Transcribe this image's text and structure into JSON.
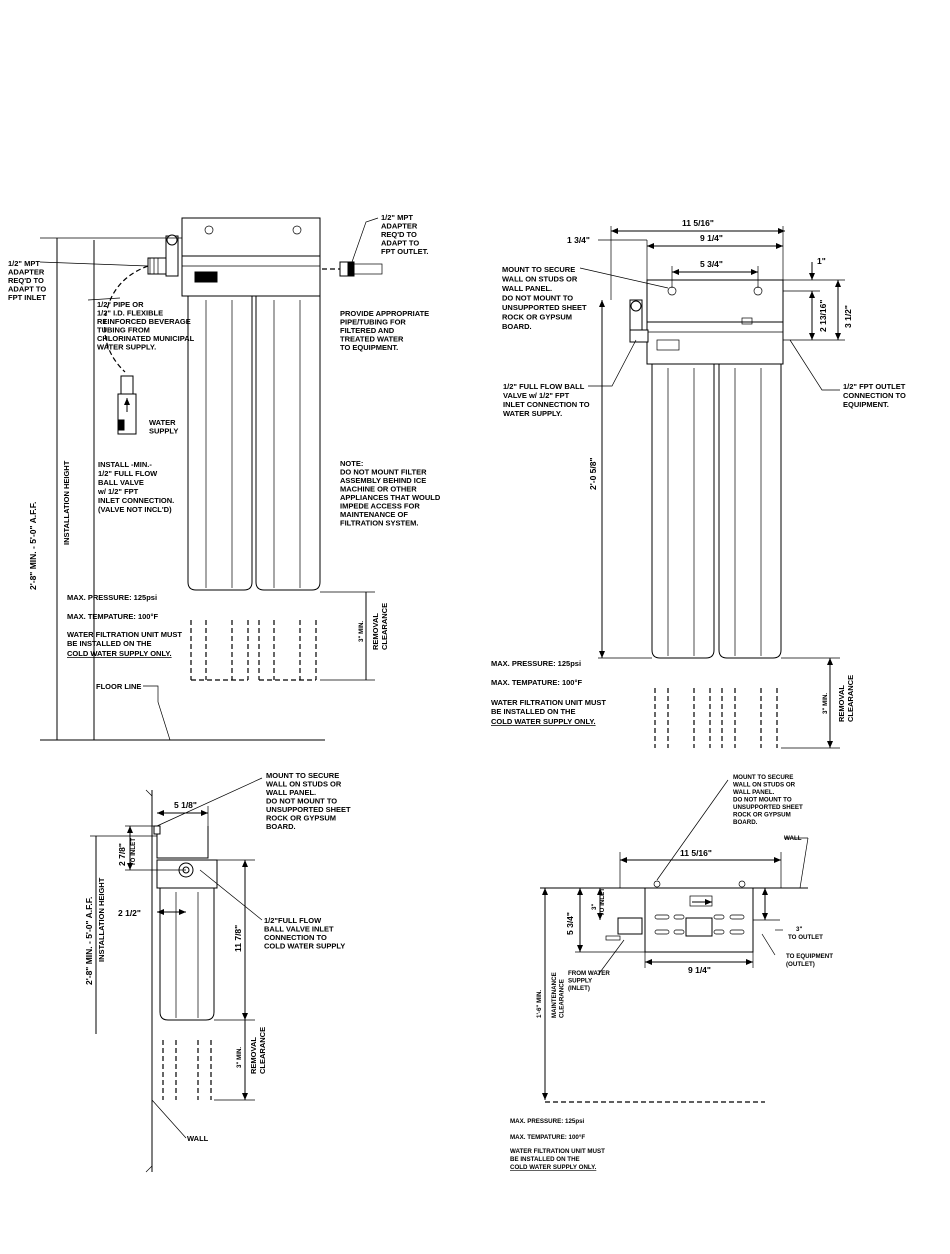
{
  "front": {
    "inlet_adapter": [
      "1/2\" MPT",
      "ADAPTER",
      "REQ'D TO",
      "ADAPT TO",
      "FPT INLET"
    ],
    "outlet_adapter": [
      "1/2\" MPT",
      "ADAPTER",
      "REQ'D TO",
      "ADAPT TO",
      "FPT OUTLET."
    ],
    "pipe_note": [
      "1/2\"  PIPE OR",
      "1/2\" I.D. FLEXIBLE",
      "REINFORCED BEVERAGE",
      "TUBING FROM",
      "CHLORINATED MUNICIPAL",
      "WATER SUPPLY."
    ],
    "provide_note": [
      "PROVIDE APPROPRIATE",
      "PIPE/TUBING FOR",
      "FILTERED AND",
      "TREATED WATER",
      "TO EQUIPMENT."
    ],
    "water_supply": [
      "WATER",
      "SUPPLY"
    ],
    "install_note": [
      "INSTALL -MIN.-",
      "1/2\" FULL FLOW",
      "BALL VALVE",
      "w/ 1/2\" FPT",
      "INLET CONNECTION.",
      "(VALVE NOT INCL'D)"
    ],
    "note": [
      "NOTE:",
      "DO NOT MOUNT FILTER",
      "ASSEMBLY BEHIND ICE",
      "MACHINE OR OTHER",
      "APPLIANCES THAT WOULD",
      "IMPEDE ACCESS FOR",
      "MAINTENANCE OF",
      "FILTRATION SYSTEM."
    ],
    "height_dim": "2'-8\" MIN. - 5'-0\" A.F.F.",
    "height_label": "INSTALLATION HEIGHT",
    "max_pressure": "MAX. PRESSURE: 125psi",
    "max_temp": "MAX. TEMPATURE: 100°F",
    "cold_line1": "WATER FILTRATION UNIT MUST",
    "cold_line2": "BE INSTALLED ON THE",
    "cold_line3": "COLD WATER SUPPLY ONLY.",
    "removal_min": "3\" MIN.",
    "removal_clear": [
      "REMOVAL",
      "CLEARANCE"
    ],
    "floor_line": "FLOOR LINE"
  },
  "dimensioned": {
    "width_total": "11 5/16\"",
    "width_mid": "9 1/4\"",
    "width_left": "1 3/4\"",
    "width_holes": "5 3/4\"",
    "top_1": "1\"",
    "head_2": "2 13/16\"",
    "head_3": "3 1/2\"",
    "overall_height": "2'-0 5/8\"",
    "mount_note": [
      "MOUNT TO SECURE",
      "WALL ON STUDS OR",
      "WALL PANEL.",
      "DO NOT MOUNT TO",
      "UNSUPPORTED SHEET",
      "ROCK OR GYPSUM",
      "BOARD."
    ],
    "valve_note": [
      "1/2\" FULL FLOW BALL",
      "VALVE w/ 1/2\" FPT",
      "INLET CONNECTION TO",
      "WATER SUPPLY."
    ],
    "outlet_note": [
      "1/2\" FPT OUTLET",
      "CONNECTION TO",
      "EQUIPMENT."
    ],
    "max_pressure": "MAX. PRESSURE: 125psi",
    "max_temp": "MAX. TEMPATURE: 100°F",
    "cold_line1": "WATER FILTRATION UNIT MUST",
    "cold_line2": "BE INSTALLED ON THE",
    "cold_line3": "COLD WATER SUPPLY ONLY.",
    "removal_min": "3\" MIN.",
    "removal_clear": [
      "REMOVAL",
      "CLEARANCE"
    ]
  },
  "side": {
    "mount_note": [
      "MOUNT TO SECURE",
      "WALL ON STUDS OR",
      "WALL PANEL.",
      "DO NOT MOUNT TO",
      "UNSUPPORTED SHEET",
      "ROCK OR GYPSUM",
      "BOARD."
    ],
    "depth": "5 1/8\"",
    "inlet_dim": "2 7/8\"",
    "inlet_label": "TO INLET",
    "offset": "2 1/2\"",
    "height": "11 7/8\"",
    "valve_note": [
      "1/2\"FULL FLOW",
      "BALL VALVE INLET",
      "CONNECTION TO",
      "COLD WATER SUPPLY"
    ],
    "height_dim": "2'-8\" MIN. - 5'-0\" A.F.F.",
    "height_label": "INSTALLATION HEIGHT",
    "removal_min": "3\" MIN.",
    "removal_clear": [
      "REMOVAL",
      "CLEARANCE"
    ],
    "wall": "WALL"
  },
  "top": {
    "mount_note": [
      "MOUNT TO SECURE",
      "WALL ON STUDS OR",
      "WALL PANEL.",
      "DO NOT MOUNT TO",
      "UNSUPPORTED SHEET",
      "ROCK OR GYPSUM",
      "BOARD."
    ],
    "wall": "WALL",
    "width_total": "11 5/16\"",
    "width_mid": "9 1/4\"",
    "depth": "5 3/4\"",
    "inlet_dim": "3\"",
    "inlet_label": "TO INLET",
    "outlet_dim": "3\"",
    "outlet_label": "TO OUTLET",
    "to_equipment": [
      "TO EQUIPMENT",
      "(OUTLET)"
    ],
    "from_supply": [
      "FROM WATER",
      "SUPPLY",
      "(INLET)"
    ],
    "maint_dim": "1'-6\" MIN.",
    "maint_label": [
      "MAINTENANCE",
      "CLEARANCE"
    ],
    "max_pressure": "MAX. PRESSURE: 125psi",
    "max_temp": "MAX. TEMPATURE: 100°F",
    "cold_line1": "WATER FILTRATION UNIT MUST",
    "cold_line2": "BE INSTALLED ON THE",
    "cold_line3": "COLD WATER SUPPLY ONLY."
  }
}
